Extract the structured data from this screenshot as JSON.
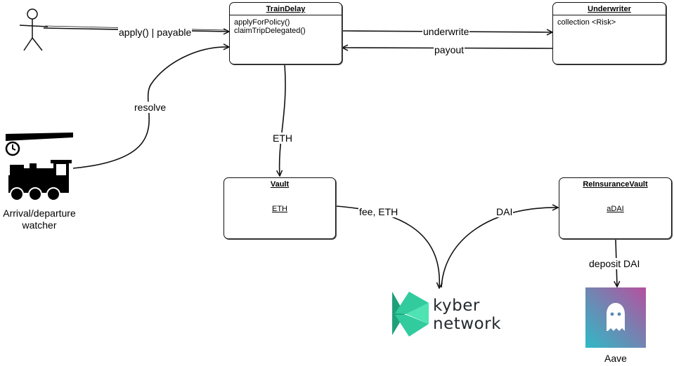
{
  "diagram": {
    "nodes": {
      "train_delay": {
        "title": "TrainDelay",
        "methods": [
          "applyForPolicy()",
          "claimTripDelegated()"
        ]
      },
      "underwriter": {
        "title": "Underwriter",
        "body": "collection <Risk>"
      },
      "vault": {
        "title": "Vault",
        "body": "ETH"
      },
      "reinsurance_vault": {
        "title": "ReInsuranceVault",
        "body": "aDAI"
      }
    },
    "actors": {
      "user": {
        "icon": "stick-figure-icon"
      },
      "watcher": {
        "icon": "train-icon",
        "caption_lines": [
          "Arrival/departure",
          "watcher"
        ]
      }
    },
    "logos": {
      "kyber": {
        "line1": "kyber",
        "line2": "network",
        "color": "#31cb9e"
      },
      "aave": {
        "caption": "Aave",
        "gradient": [
          "#b6509e",
          "#2ebac6"
        ]
      }
    },
    "edges": {
      "apply": "apply() | payable",
      "underwrite": "underwrite",
      "payout": "payout",
      "resolve": "resolve",
      "eth": "ETH",
      "fee_eth": "fee, ETH",
      "dai": "DAI",
      "deposit_dai": "deposit DAI"
    },
    "colors": {
      "stroke": "#111111",
      "background": "#ffffff"
    }
  }
}
